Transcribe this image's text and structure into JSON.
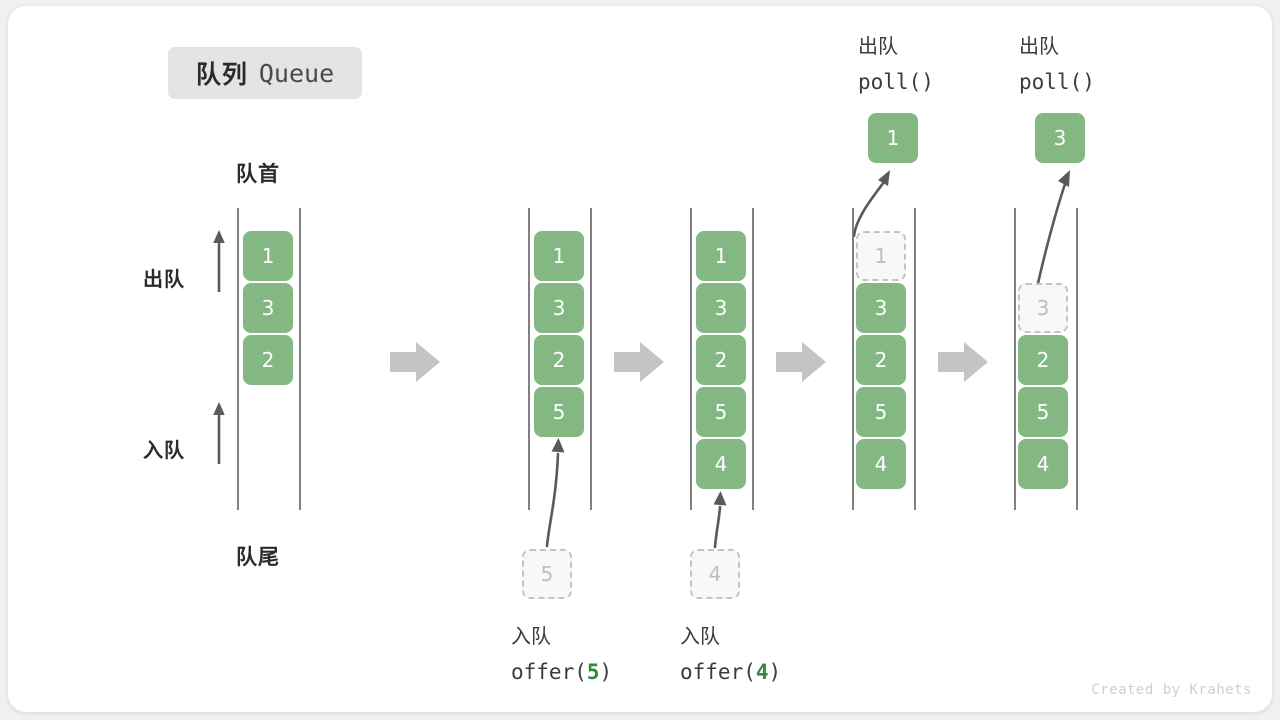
{
  "title": {
    "cn": "队列",
    "en": "Queue"
  },
  "labels": {
    "head": "队首",
    "tail": "队尾",
    "dequeue_side": "出队",
    "enqueue_side": "入队"
  },
  "colors": {
    "item_fill": "#84b883",
    "item_text": "#ffffff",
    "ghost_fill": "#f8f8f8",
    "ghost_border": "#c4c4c4",
    "ghost_text": "#bdbdbd",
    "rail": "#6b6b6b",
    "step_arrow": "#c4c4c4",
    "accent_arg": "#2f8c3f",
    "badge_bg": "#e4e4e4",
    "card_bg": "#ffffff",
    "page_bg": "#f0f0f0"
  },
  "watermark": "Created by Krahets",
  "stages": [
    {
      "id": "initial",
      "items": [
        "1",
        "3",
        "2"
      ],
      "ghost_index": null,
      "caption_cn": "",
      "caption_code": "",
      "caption_arg": "",
      "popped_value": "",
      "incoming_value": ""
    },
    {
      "id": "offer-5",
      "items": [
        "1",
        "3",
        "2",
        "5"
      ],
      "ghost_index": null,
      "caption_cn": "入队",
      "caption_code": "offer(",
      "caption_arg": "5",
      "caption_code_end": ")",
      "popped_value": "",
      "incoming_value": "5"
    },
    {
      "id": "offer-4",
      "items": [
        "1",
        "3",
        "2",
        "5",
        "4"
      ],
      "ghost_index": null,
      "caption_cn": "入队",
      "caption_code": "offer(",
      "caption_arg": "4",
      "caption_code_end": ")",
      "popped_value": "",
      "incoming_value": "4"
    },
    {
      "id": "poll-1",
      "items": [
        "1",
        "3",
        "2",
        "5",
        "4"
      ],
      "ghost_index": 0,
      "caption_cn": "出队",
      "caption_code": "poll()",
      "caption_arg": "",
      "caption_code_end": "",
      "popped_value": "1",
      "incoming_value": ""
    },
    {
      "id": "poll-3",
      "items": [
        "3",
        "2",
        "5",
        "4"
      ],
      "ghost_index": 0,
      "caption_cn": "出队",
      "caption_code": "poll()",
      "caption_arg": "",
      "caption_code_end": "",
      "popped_value": "3",
      "incoming_value": ""
    }
  ],
  "icons": {
    "step_arrow": "step-arrow-icon",
    "up_arrow": "up-arrow-icon",
    "curved_arrow": "curved-arrow-icon"
  }
}
